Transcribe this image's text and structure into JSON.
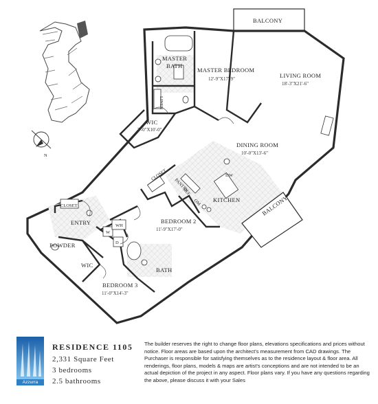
{
  "plan": {
    "rooms": {
      "balcony_top": "BALCONY",
      "master_bath_1": "MASTER",
      "master_bath_2": "BATH",
      "master_bedroom": "MASTER BEDROOM",
      "master_bedroom_dim": "12'-9\"X17'-9\"",
      "living_room": "LIVING ROOM",
      "living_room_dim": "18'-3\"X21'-6\"",
      "linen": "LINEN",
      "wic_top": "WIC",
      "wic_top_dim": "7'-0\"X10'-0\"",
      "dining_room": "DINING ROOM",
      "dining_room_dim": "10'-0\"X13'-6\"",
      "dw": "DW",
      "closet_mid": "CLOSET",
      "pantry": "PANTRY",
      "ref": "REF",
      "om": "OM",
      "kitchen": "KITCHEN",
      "balcony_right": "BALCONY",
      "closet_entry": "CLOSET",
      "entry": "ENTRY",
      "wh": "WH",
      "w": "W",
      "d": "D",
      "bedroom2": "BEDROOM 2",
      "bedroom2_dim": "11'-9\"X17'-0\"",
      "powder": "POWDER",
      "wic_bottom": "WIC",
      "bath": "BATH",
      "bedroom3": "BEDROOM 3",
      "bedroom3_dim": "11'-0\"X14'-3\""
    },
    "compass_n": "N"
  },
  "footer": {
    "title": "RESIDENCE 1105",
    "sqft": "2,331 Square Feet",
    "bedrooms": "3 bedrooms",
    "bathrooms": "2.5 bathrooms",
    "logo_text": "Azzurra",
    "disclaimer": "The builder reserves the right to change floor plans, elevations specifications and prices without notice. Floor areas are based upon the architect's measurement from CAD drawings. The Purchaser is responsible for satisfying themselves as to the residence layout & floor area. All renderings, floor plans, models & maps are artist's conceptions and are not intended to be an actual depiction of the project in any aspect. Floor plans vary. If you have any questions regarding the above, please discuss it with your Sales"
  },
  "colors": {
    "wall": "#2b2b2b",
    "tile": "#e2e2e2",
    "highlight": "#555555",
    "logo_blue": "#2f7fc6"
  }
}
